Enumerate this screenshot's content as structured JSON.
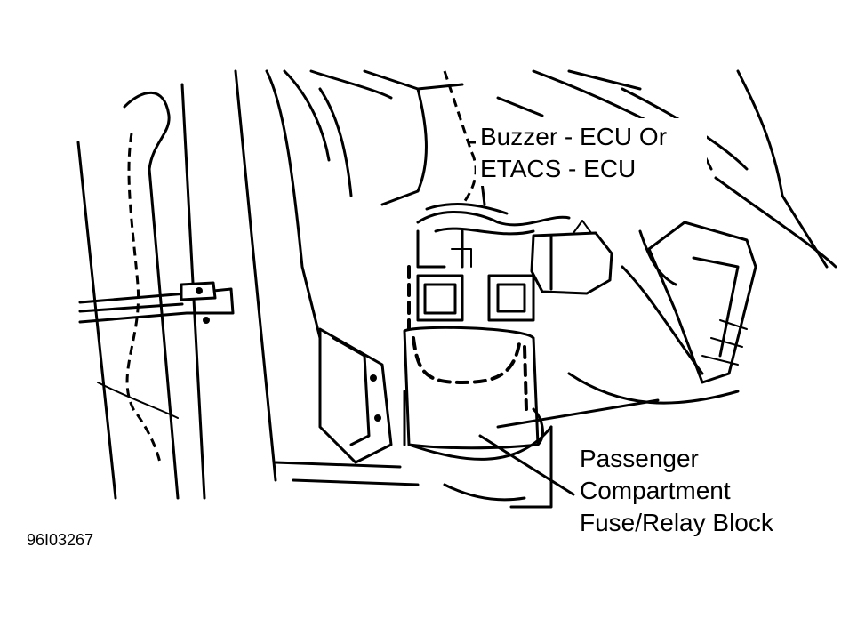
{
  "labels": {
    "buzzer_line1": "Buzzer - ECU Or",
    "buzzer_line2": "ETACS - ECU",
    "fuse_line1": "Passenger",
    "fuse_line2": "Compartment",
    "fuse_line3": "Fuse/Relay Block",
    "figure_code": "96I03267"
  },
  "colors": {
    "line": "#000000",
    "background": "#ffffff"
  }
}
